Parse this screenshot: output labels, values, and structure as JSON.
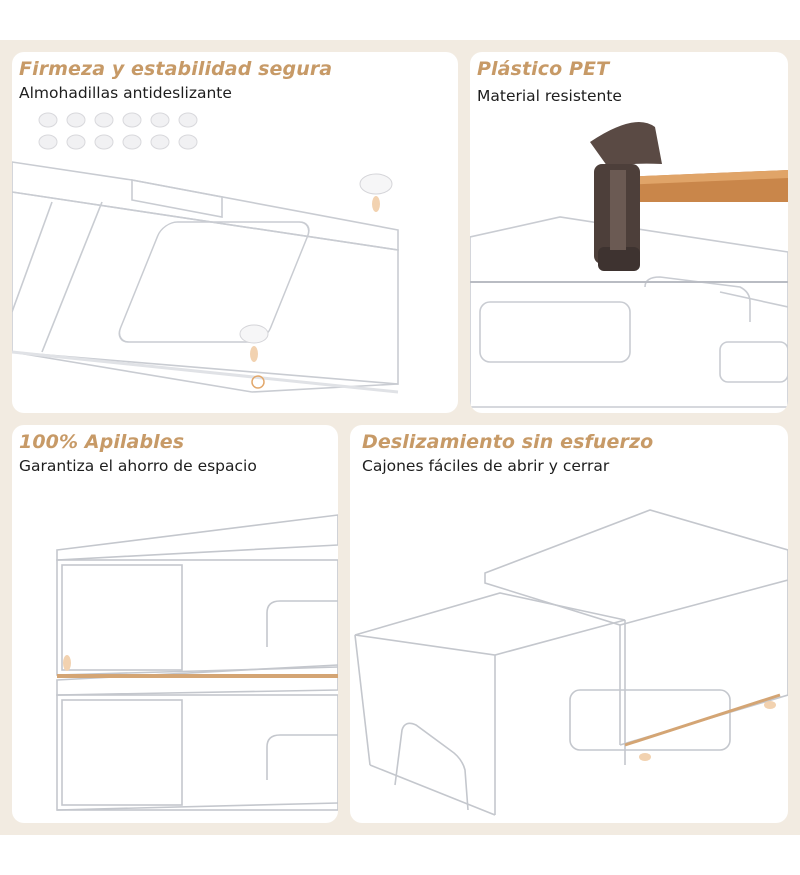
{
  "features": [
    {
      "title": "Firmeza y estabilidad segura",
      "subtitle": "Almohadillas antideslizante",
      "icon": "anti-slip-pads-illustration"
    },
    {
      "title": "Plástico PET",
      "subtitle": "Material resistente",
      "icon": "hammer-on-drawer-illustration"
    },
    {
      "title": "100% Apilables",
      "subtitle": "Garantiza el ahorro de espacio",
      "icon": "stacked-drawers-illustration"
    },
    {
      "title": "Deslizamiento sin esfuerzo",
      "subtitle": "Cajones fáciles de abrir y cerrar",
      "icon": "open-drawer-illustration"
    }
  ],
  "colors": {
    "title_accent": "#c79a67",
    "background_band": "#f2ebe1",
    "card": "#ffffff",
    "text": "#1e1e1e",
    "hammer_wood": "#c9864a",
    "hammer_metal": "#5a4a44"
  }
}
